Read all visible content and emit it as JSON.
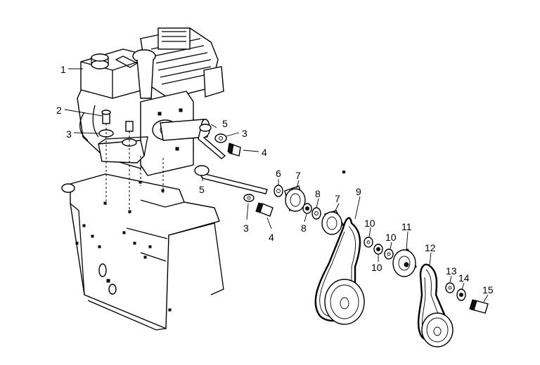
{
  "diagram": {
    "callouts": [
      {
        "id": "c1",
        "text": "1"
      },
      {
        "id": "c2",
        "text": "2"
      },
      {
        "id": "c3a",
        "text": "3"
      },
      {
        "id": "c3b",
        "text": "3"
      },
      {
        "id": "c3c",
        "text": "3"
      },
      {
        "id": "c4a",
        "text": "4"
      },
      {
        "id": "c4b",
        "text": "4"
      },
      {
        "id": "c5a",
        "text": "5"
      },
      {
        "id": "c5b",
        "text": "5"
      },
      {
        "id": "c6",
        "text": "6"
      },
      {
        "id": "c7a",
        "text": "7"
      },
      {
        "id": "c7b",
        "text": "7"
      },
      {
        "id": "c8a",
        "text": "8"
      },
      {
        "id": "c8b",
        "text": "8"
      },
      {
        "id": "c9",
        "text": "9"
      },
      {
        "id": "c10a",
        "text": "10"
      },
      {
        "id": "c10b",
        "text": "10"
      },
      {
        "id": "c10c",
        "text": "10"
      },
      {
        "id": "c11",
        "text": "11"
      },
      {
        "id": "c12",
        "text": "12"
      },
      {
        "id": "c13",
        "text": "13"
      },
      {
        "id": "c14",
        "text": "14"
      },
      {
        "id": "c15",
        "text": "15"
      }
    ]
  }
}
